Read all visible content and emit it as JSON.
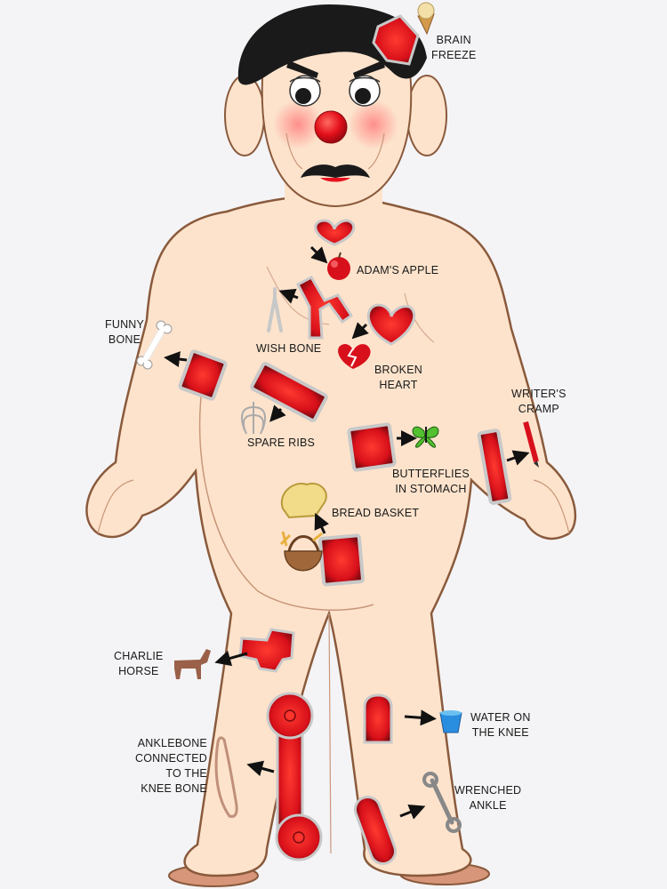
{
  "labels": {
    "brain_freeze": [
      "BRAIN",
      "FREEZE"
    ],
    "adams_apple": "ADAM'S APPLE",
    "funny_bone": [
      "FUNNY",
      "BONE"
    ],
    "wish_bone": "WISH BONE",
    "broken_heart": [
      "BROKEN",
      "HEART"
    ],
    "writers_cramp": [
      "WRITER'S",
      "CRAMP"
    ],
    "spare_ribs": "SPARE RIBS",
    "butterflies": [
      "BUTTERFLIES",
      "IN STOMACH"
    ],
    "bread_basket": "BREAD BASKET",
    "charlie_horse": [
      "CHARLIE",
      "HORSE"
    ],
    "water_on_knee": [
      "WATER ON",
      "THE KNEE"
    ],
    "anklebone": [
      "ANKLEBONE",
      "CONNECTED",
      "TO THE",
      "KNEE BONE"
    ],
    "wrenched_ankle": [
      "WRENCHED",
      "ANKLE"
    ]
  },
  "colors": {
    "skin": "#fde3cc",
    "outline": "#8a5a3c",
    "hair": "#1a1a1a",
    "cavity": "#e8101c",
    "nose": "#e8101c"
  }
}
